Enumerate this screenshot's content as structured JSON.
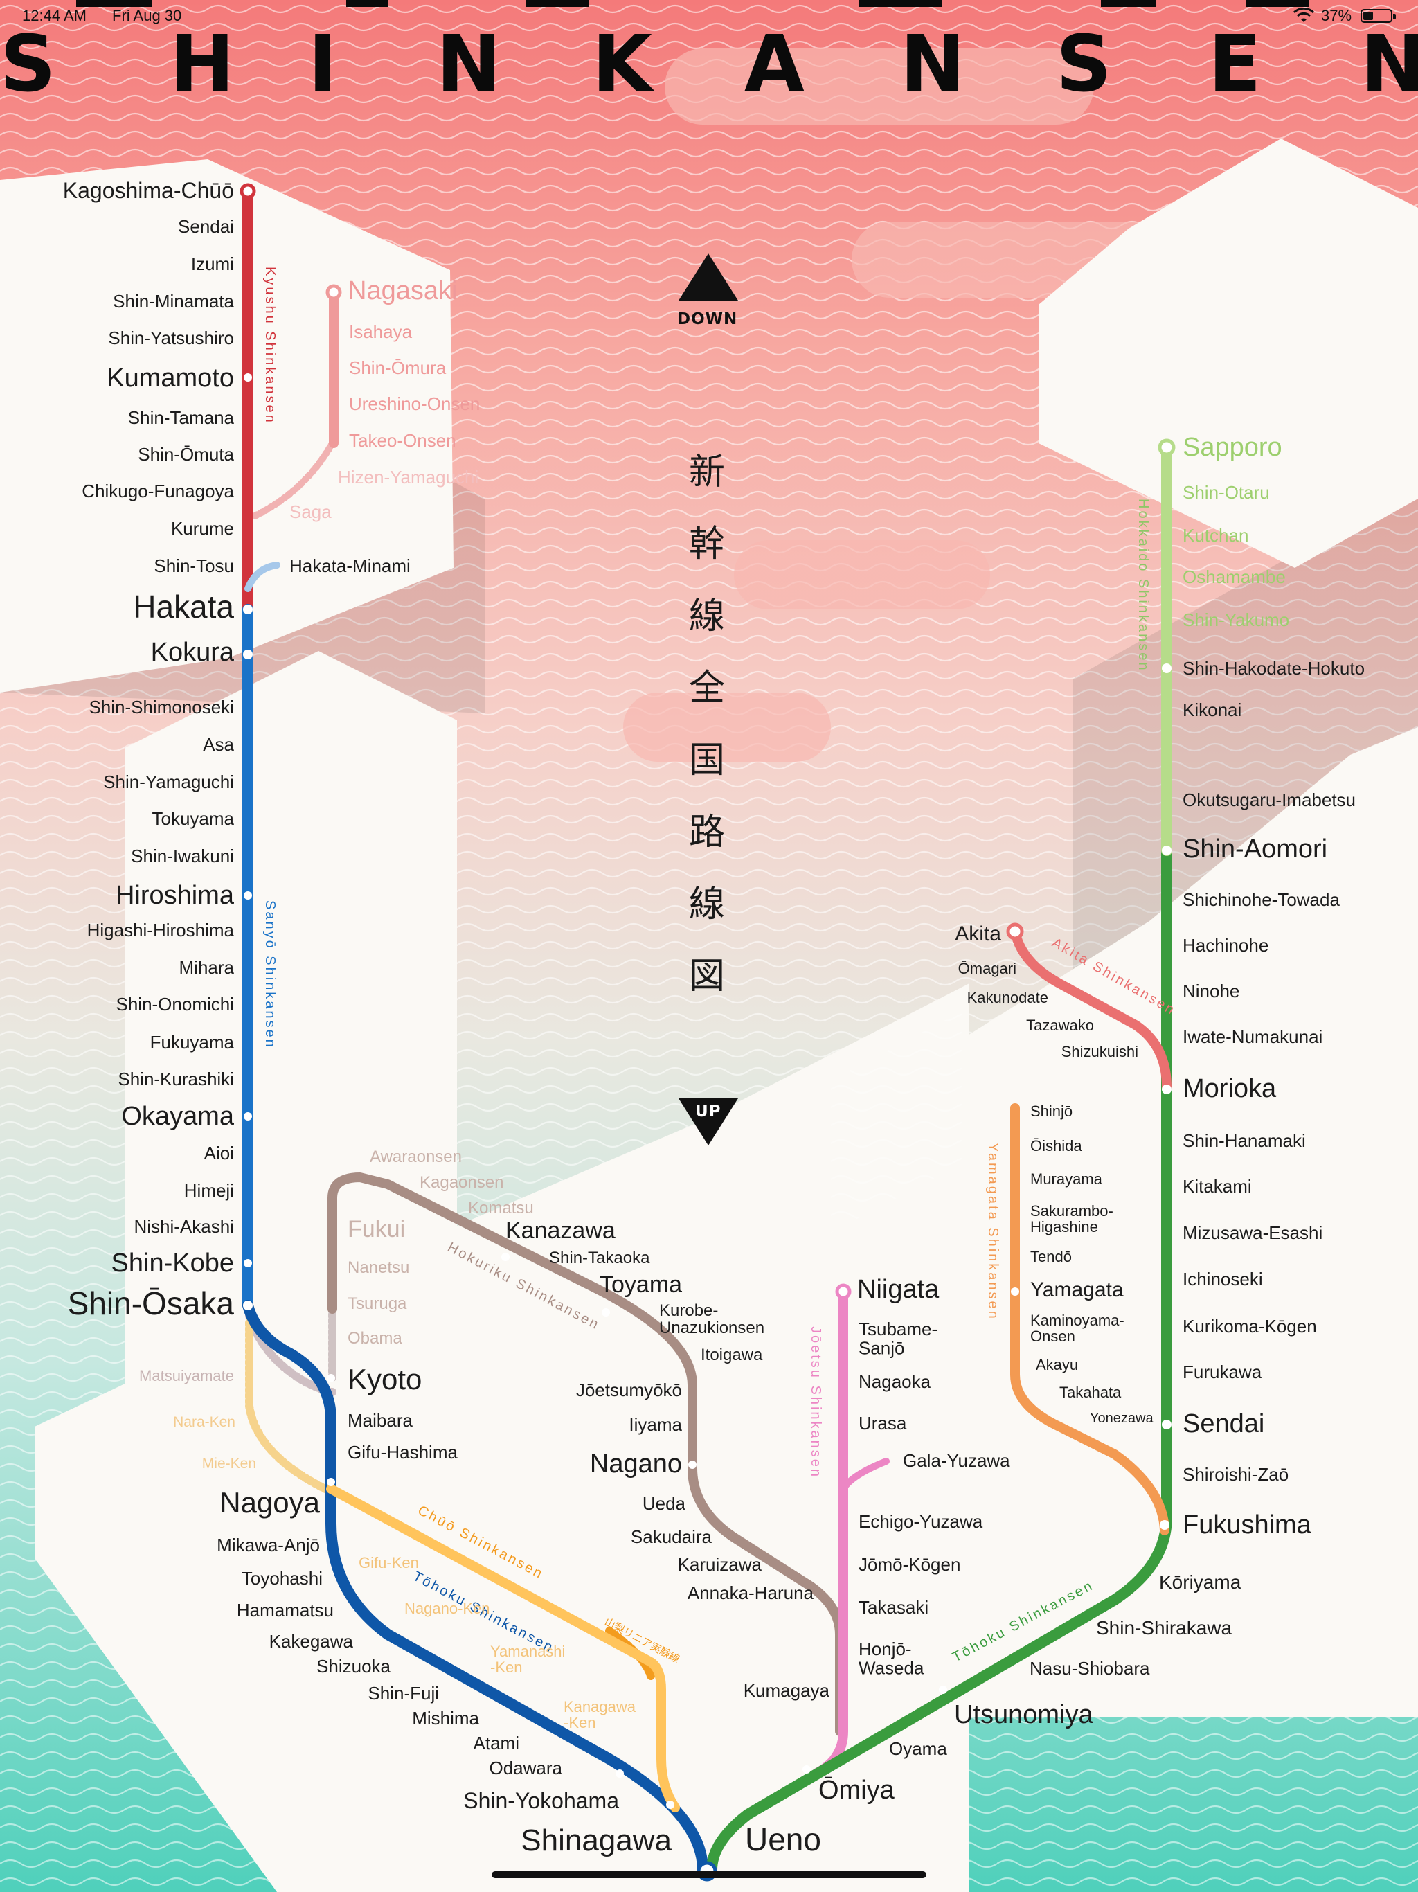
{
  "status_bar": {
    "time": "12:44 AM",
    "date": "Fri Aug 30",
    "battery": "37%"
  },
  "title": {
    "letters": [
      "S",
      "H",
      "I",
      "N",
      "K",
      "A",
      "N",
      "S",
      "E",
      "N"
    ]
  },
  "japanese_title": [
    "新",
    "幹",
    "線",
    "全",
    "国",
    "路",
    "線",
    "図"
  ],
  "direction": {
    "down": "DOWN",
    "up": "UP"
  },
  "colors": {
    "kyushu": "#d1343c",
    "nishi_kyushu": "#ef9a9a",
    "sanyo": "#1a73c8",
    "tokaido": "#0f57a8",
    "hokuriku": "#a88d84",
    "joetsu": "#ec86c4",
    "tohoku": "#3a9c3e",
    "hokkaido": "#b6dc8a",
    "akita": "#ea7070",
    "yamagata": "#f39a52",
    "chuo": "#ffc45c",
    "hakata_minami": "#a6c8ea",
    "faded": "#e8b4b4"
  },
  "line_labels": {
    "kyushu": "Kyushu Shinkansen",
    "sanyo": "Sanyō Shinkansen",
    "hokuriku": "Hokuriku Shinkansen",
    "joetsu": "Jōetsu Shinkansen",
    "tokaido": "Tōhoku Shinkansen",
    "chuo": "Chūō Shinkansen",
    "tohoku": "Tōhoku Shinkansen",
    "hokkaido": "Hokkaido Shinkansen",
    "akita": "Akita Shinkansen",
    "yamagata": "Yamagata Shinkansen",
    "maglev": "山梨リニア実験線"
  },
  "stations": {
    "kagoshima_chuo": "Kagoshima-Chūō",
    "sendai_k": "Sendai",
    "izumi": "Izumi",
    "shin_minamata": "Shin-Minamata",
    "shin_yatsushiro": "Shin-Yatsushiro",
    "kumamoto": "Kumamoto",
    "shin_tamana": "Shin-Tamana",
    "shin_omuta": "Shin-Ōmuta",
    "chikugo_funagoya": "Chikugo-Funagoya",
    "kurume": "Kurume",
    "shin_tosu": "Shin-Tosu",
    "hakata": "Hakata",
    "hakata_minami": "Hakata-Minami",
    "nagasaki": "Nagasaki",
    "isahaya": "Isahaya",
    "shin_omura": "Shin-Ōmura",
    "ureshino_onsen": "Ureshino-Onsen",
    "takeo_onsen": "Takeo-Onsen",
    "hizen_yamaguchi": "Hizen-Yamaguchi",
    "saga": "Saga",
    "kokura": "Kokura",
    "shin_shimonoseki": "Shin-Shimonoseki",
    "asa": "Asa",
    "shin_yamaguchi": "Shin-Yamaguchi",
    "tokuyama": "Tokuyama",
    "shin_iwakuni": "Shin-Iwakuni",
    "hiroshima": "Hiroshima",
    "higashi_hiroshima": "Higashi-Hiroshima",
    "mihara": "Mihara",
    "shin_onomichi": "Shin-Onomichi",
    "fukuyama": "Fukuyama",
    "shin_kurashiki": "Shin-Kurashiki",
    "okayama": "Okayama",
    "aioi": "Aioi",
    "himeji": "Himeji",
    "nishi_akashi": "Nishi-Akashi",
    "shin_kobe": "Shin-Kobe",
    "shin_osaka": "Shin-Ōsaka",
    "matsuiyamate": "Matsuiyamate",
    "nara_ken": "Nara-Ken",
    "mie_ken": "Mie-Ken",
    "kyoto": "Kyoto",
    "maibara": "Maibara",
    "gifu_hashima": "Gifu-Hashima",
    "nagoya": "Nagoya",
    "mikawa_anjo": "Mikawa-Anjō",
    "toyohashi": "Toyohashi",
    "hamamatsu": "Hamamatsu",
    "kakegawa": "Kakegawa",
    "shizuoka": "Shizuoka",
    "shin_fuji": "Shin-Fuji",
    "mishima": "Mishima",
    "atami": "Atami",
    "odawara": "Odawara",
    "shin_yokohama": "Shin-Yokohama",
    "shinagawa": "Shinagawa",
    "ueno": "Ueno",
    "gifu_ken": "Gifu-Ken",
    "nagano_ken": "Nagano-Ken",
    "yamanashi_ken": "Yamanashi\n-Ken",
    "kanagawa_ken": "Kanagawa\n-Ken",
    "awaraonsen": "Awaraonsen",
    "kagaonsen": "Kagaonsen",
    "komatsu": "Komatsu",
    "fukui": "Fukui",
    "nanetsu": "Nanetsu",
    "tsuruga": "Tsuruga",
    "obama": "Obama",
    "kanazawa": "Kanazawa",
    "shin_takaoka": "Shin-Takaoka",
    "toyama": "Toyama",
    "kurobe": "Kurobe-\nUnazukionsen",
    "itoigawa": "Itoigawa",
    "joetsumyoko": "Jōetsumyōkō",
    "iiyama": "Iiyama",
    "nagano": "Nagano",
    "ueda": "Ueda",
    "sakudaira": "Sakudaira",
    "karuizawa": "Karuizawa",
    "annaka_haruna": "Annaka-Haruna",
    "niigata": "Niigata",
    "tsubame_sanjo": "Tsubame-\nSanjō",
    "nagaoka": "Nagaoka",
    "urasa": "Urasa",
    "gala_yuzawa": "Gala-Yuzawa",
    "echigo_yuzawa": "Echigo-Yuzawa",
    "jomo_kogen": "Jōmō-Kōgen",
    "takasaki": "Takasaki",
    "honjo_waseda": "Honjō-\nWaseda",
    "kumagaya": "Kumagaya",
    "omiya": "Ōmiya",
    "oyama": "Oyama",
    "utsunomiya": "Utsunomiya",
    "nasu_shiobara": "Nasu-Shiobara",
    "shin_shirakawa": "Shin-Shirakawa",
    "koriyama": "Kōriyama",
    "fukushima": "Fukushima",
    "shiroishi_zao": "Shiroishi-Zaō",
    "sendai": "Sendai",
    "furukawa": "Furukawa",
    "kurikoma_kogen": "Kurikoma-Kōgen",
    "ichinoseki": "Ichinoseki",
    "mizusawa_esashi": "Mizusawa-Esashi",
    "kitakami": "Kitakami",
    "shin_hanamaki": "Shin-Hanamaki",
    "morioka": "Morioka",
    "iwate_numakunai": "Iwate-Numakunai",
    "ninohe": "Ninohe",
    "hachinohe": "Hachinohe",
    "shichinohe_towada": "Shichinohe-Towada",
    "shin_aomori": "Shin-Aomori",
    "okutsugaru_imabetsu": "Okutsugaru-Imabetsu",
    "kikonai": "Kikonai",
    "shin_hakodate_hokuto": "Shin-Hakodate-Hokuto",
    "shin_yakumo": "Shin-Yakumo",
    "oshamambe": "Oshamambe",
    "kutchan": "Kutchan",
    "shin_otaru": "Shin-Otaru",
    "sapporo": "Sapporo",
    "akita": "Akita",
    "omagari": "Ōmagari",
    "kakunodate": "Kakunodate",
    "tazawako": "Tazawako",
    "shizukuishi": "Shizukuishi",
    "shinjo": "Shinjō",
    "oishida": "Ōishida",
    "murayama": "Murayama",
    "sakurambo": "Sakurambo-\nHigashine",
    "tendo": "Tendō",
    "yamagata": "Yamagata",
    "kaminoyama": "Kaminoyama-\nOnsen",
    "akayu": "Akayu",
    "takahata": "Takahata",
    "yonezawa": "Yonezawa"
  }
}
